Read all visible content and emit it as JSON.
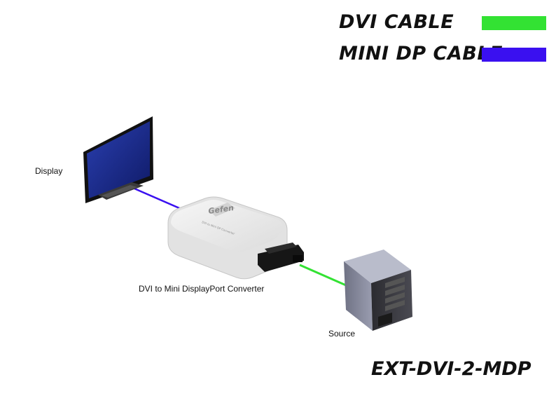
{
  "legend": {
    "items": [
      {
        "label": "DVI CABLE",
        "color": "#33e233"
      },
      {
        "label": "MINI DP CABLE",
        "color": "#3a10f0"
      }
    ]
  },
  "devices": {
    "display_label": "Display",
    "converter_label": "DVI to Mini DisplayPort Converter",
    "source_label": "Source",
    "converter_brand": "Gefen",
    "converter_subtitle": "DVI to Mini DP Converter"
  },
  "model_number": "EXT-DVI-2-MDP",
  "colors": {
    "screen": "#1a2a8a",
    "bezel": "#151515",
    "pc_case": "#8c8fa0",
    "converter_body": "#ececec"
  }
}
